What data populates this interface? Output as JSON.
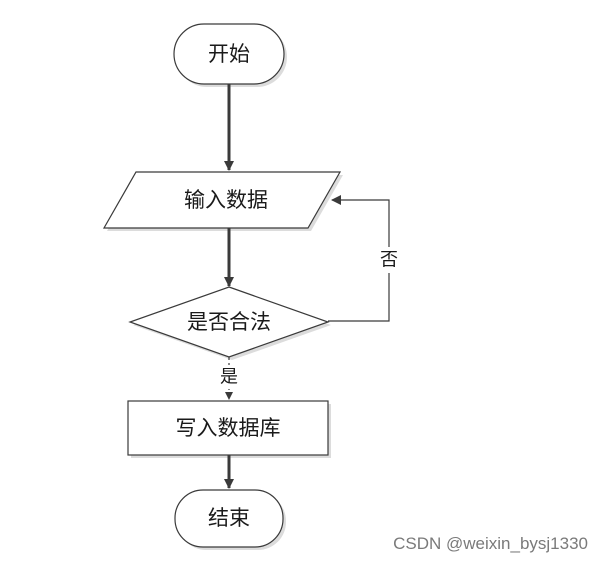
{
  "flowchart": {
    "nodes": {
      "start": "开始",
      "input": "输入数据",
      "decision": "是否合法",
      "write": "写入数据库",
      "end": "结束"
    },
    "edges": {
      "no_label": "否",
      "yes_label": "是"
    }
  },
  "watermark": "CSDN @weixin_bysj1330",
  "colors": {
    "stroke": "#3a3a3a",
    "shadow": "#d9d9d9",
    "text": "#1a1a1a",
    "watermark": "#7a7a7a"
  }
}
